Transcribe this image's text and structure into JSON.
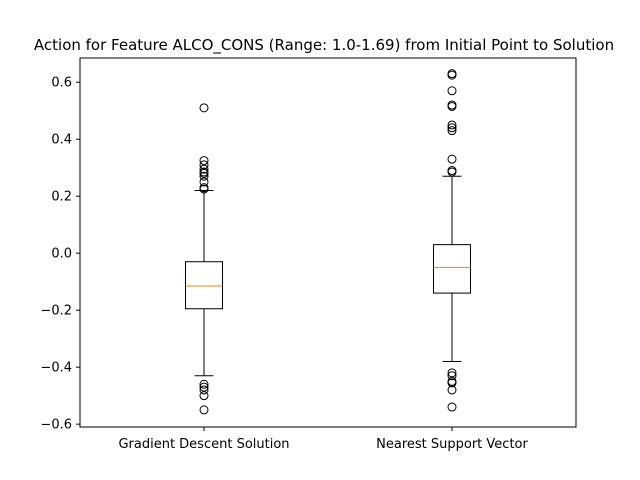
{
  "chart_data": {
    "type": "box",
    "title": "Action for Feature ALCO_CONS (Range: 1.0-1.69) from Initial Point to Solution",
    "xlabel": "",
    "ylabel": "",
    "ylim": [
      -0.61,
      0.685
    ],
    "yticks": [
      "0.6",
      "0.4",
      "0.2",
      "0.0",
      "−0.2",
      "−0.4",
      "−0.6"
    ],
    "ytick_values": [
      0.6,
      0.4,
      0.2,
      0.0,
      -0.2,
      -0.4,
      -0.6
    ],
    "grid": false,
    "categories": [
      "Gradient Descent Solution",
      "Nearest Support Vector"
    ],
    "boxes": [
      {
        "category": "Gradient Descent Solution",
        "whisker_low": -0.43,
        "q1": -0.195,
        "median": -0.115,
        "q3": -0.03,
        "whisker_high": 0.22,
        "outliers": [
          0.51,
          0.325,
          0.31,
          0.295,
          0.285,
          0.28,
          0.27,
          0.25,
          0.23,
          0.225,
          -0.46,
          -0.47,
          -0.48,
          -0.5,
          -0.55
        ]
      },
      {
        "category": "Nearest Support Vector",
        "whisker_low": -0.38,
        "q1": -0.14,
        "median": -0.05,
        "q3": 0.03,
        "whisker_high": 0.27,
        "outliers": [
          0.63,
          0.625,
          0.57,
          0.52,
          0.515,
          0.45,
          0.44,
          0.43,
          0.33,
          0.29,
          0.285,
          -0.42,
          -0.43,
          -0.45,
          -0.455,
          -0.48,
          -0.54
        ]
      }
    ],
    "colors": {
      "box": "#000000",
      "median": "#ff7f0e",
      "outlier": "#000000"
    }
  }
}
